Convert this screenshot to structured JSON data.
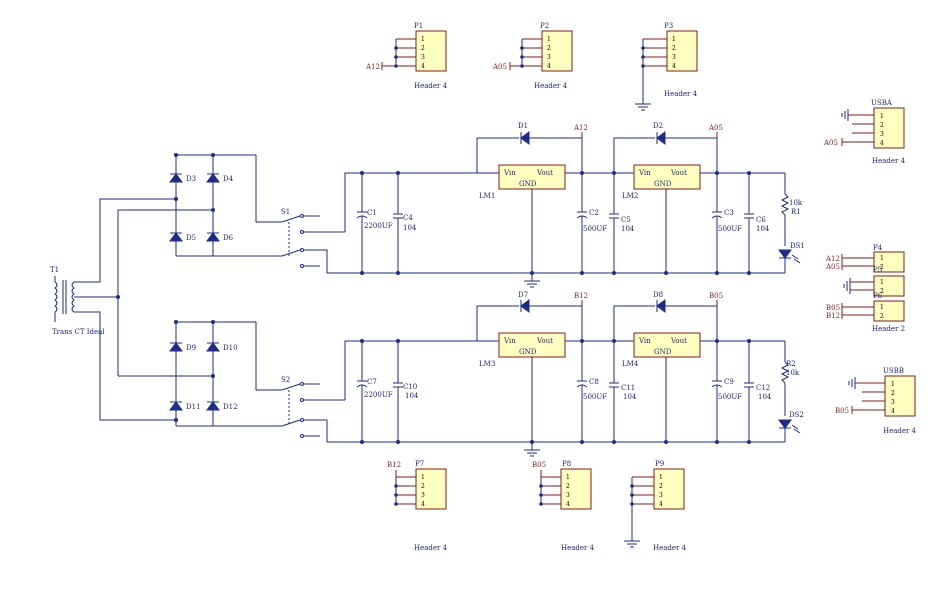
{
  "transformer": {
    "ref": "T1",
    "name": "Trans CT Ideal"
  },
  "switches": {
    "s1": "S1",
    "s2": "S2"
  },
  "diodes": {
    "d3": "D3",
    "d4": "D4",
    "d5": "D5",
    "d6": "D6",
    "d9": "D9",
    "d10": "D10",
    "d11": "D11",
    "d12": "D12",
    "d1": "D1",
    "d2": "D2",
    "d7": "D7",
    "d8": "D8"
  },
  "regulators": {
    "lm1": "LM1",
    "lm2": "LM2",
    "lm3": "LM3",
    "lm4": "LM4",
    "vin": "Vin",
    "vout": "Vout",
    "gnd": "GND"
  },
  "caps": {
    "c1": "C1",
    "c1_val": "2200UF",
    "c4": "C4",
    "c4_val": "104",
    "c2": "C2",
    "c2_val": "500UF",
    "c5": "C5",
    "c5_val": "104",
    "c3": "C3",
    "c3_val": "500UF",
    "c6": "C6",
    "c6_val": "104",
    "c7": "C7",
    "c7_val": "2200UF",
    "c10": "C10",
    "c10_val": "104",
    "c8": "C8",
    "c8_val": "500UF",
    "c11": "C11",
    "c11_val": "104",
    "c9": "C9",
    "c9_val": "500UF",
    "c12": "C12",
    "c12_val": "104"
  },
  "resistors": {
    "r1": "R1",
    "r1_val": "10k",
    "r2": "R2",
    "r2_val": "10k"
  },
  "leds": {
    "ds1": "DS1",
    "ds2": "DS2"
  },
  "nets": {
    "a12": "A12",
    "a05": "A05",
    "b12": "B12",
    "b05": "B05"
  },
  "headers": {
    "p1": "P1",
    "p2": "P2",
    "p3": "P3",
    "p4": "P4",
    "p5": "P5",
    "p6": "P6",
    "p7": "P7",
    "p8": "P8",
    "p9": "P9",
    "usba": "USBA",
    "usbb": "USBB",
    "header4": "Header 4",
    "header2": "Header 2",
    "pins": [
      "1",
      "2",
      "3",
      "4"
    ]
  }
}
